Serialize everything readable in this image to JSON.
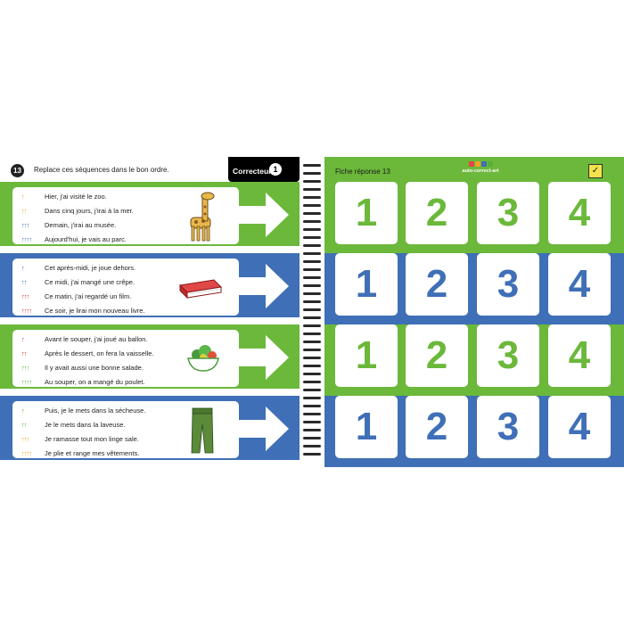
{
  "header": {
    "question_number": "13",
    "instruction": "Replace ces séquences dans le bon ordre.",
    "correcteur_label": "Correcteur",
    "correcteur_icon": "1"
  },
  "answer_sheet": {
    "title": "Fiche réponse 13",
    "brand": "auto-correct-art",
    "numbers": [
      "1",
      "2",
      "3",
      "4"
    ]
  },
  "colors": {
    "green": "#6bb83b",
    "blue": "#3f6fb6",
    "marker_orange": "#f0a020",
    "marker_red": "#d4363a",
    "marker_green": "#58b030",
    "marker_blue": "#3f6fb6"
  },
  "sequences": [
    {
      "picture": "giraffe-icon",
      "lines": [
        {
          "marker": "↑",
          "text": "Hier, j'ai visité le zoo."
        },
        {
          "marker": "↑↑",
          "text": "Dans cinq jours, j'irai à la mer."
        },
        {
          "marker": "↑↑↑",
          "text": "Demain, j'irai au musée."
        },
        {
          "marker": "↑↑↑↑",
          "text": "Aujourd'hui, je vais au parc."
        }
      ]
    },
    {
      "picture": "book-icon",
      "lines": [
        {
          "marker": "↑",
          "text": "Cet après-midi, je joue dehors."
        },
        {
          "marker": "↑↑",
          "text": "Ce midi, j'ai mangé une crêpe."
        },
        {
          "marker": "↑↑↑",
          "text": "Ce matin, j'ai regardé un film."
        },
        {
          "marker": "↑↑↑↑",
          "text": "Ce soir, je lirai mon nouveau livre."
        }
      ]
    },
    {
      "picture": "salad-bowl-icon",
      "lines": [
        {
          "marker": "↑",
          "text": "Avant le souper, j'ai joué au ballon."
        },
        {
          "marker": "↑↑",
          "text": "Après le dessert, on fera la vaisselle."
        },
        {
          "marker": "↑↑↑",
          "text": "Il y avait aussi une bonne salade."
        },
        {
          "marker": "↑↑↑↑",
          "text": "Au souper, on a mangé du poulet."
        }
      ]
    },
    {
      "picture": "pants-icon",
      "lines": [
        {
          "marker": "↑",
          "text": "Puis, je le mets dans la sécheuse."
        },
        {
          "marker": "↑↑",
          "text": "Je le mets dans la laveuse."
        },
        {
          "marker": "↑↑↑",
          "text": "Je ramasse tout mon linge sale."
        },
        {
          "marker": "↑↑↑↑",
          "text": "Je plie et range mes vêtements."
        }
      ]
    }
  ]
}
